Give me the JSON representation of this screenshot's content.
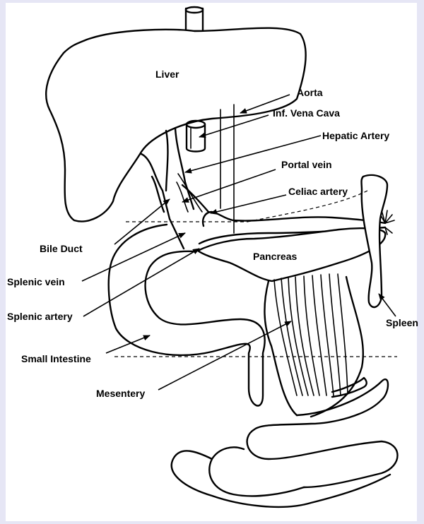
{
  "colors": {
    "frame_background": "#E6E6F5",
    "canvas_background": "#FFFFFF",
    "line": "#000000"
  },
  "labels": {
    "liver": "Liver",
    "aorta": "Aorta",
    "inf_vena_cava": "Inf. Vena Cava",
    "hepatic_artery": "Hepatic Artery",
    "portal_vein": "Portal vein",
    "celiac_artery": "Celiac artery",
    "bile_duct": "Bile Duct",
    "pancreas": "Pancreas",
    "splenic_vein": "Splenic vein",
    "splenic_artery": "Splenic artery",
    "spleen": "Spleen",
    "small_intestine": "Small Intestine",
    "mesentery": "Mesentery"
  }
}
